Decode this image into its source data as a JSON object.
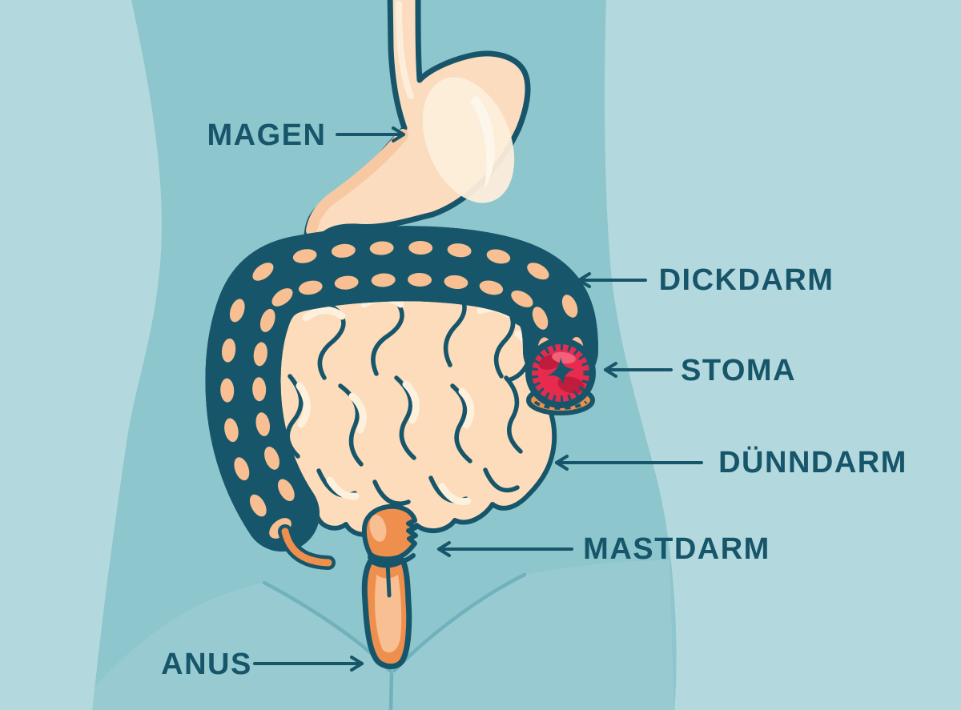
{
  "figure": {
    "description": "Anatomical diagram of the human digestive system with a colostomy stoma, German labels",
    "language": "de"
  },
  "labels": {
    "magen": {
      "text": "MAGEN",
      "points_to": "stomach",
      "arrow_direction": "right"
    },
    "dickdarm": {
      "text": "DICKDARM",
      "points_to": "large intestine",
      "arrow_direction": "left"
    },
    "stoma": {
      "text": "STOMA",
      "points_to": "stoma",
      "arrow_direction": "left"
    },
    "duenndarm": {
      "text": "DÜNNDARM",
      "points_to": "small intestine",
      "arrow_direction": "left"
    },
    "mastdarm": {
      "text": "MASTDARM",
      "points_to": "rectum",
      "arrow_direction": "left"
    },
    "anus": {
      "text": "ANUS",
      "points_to": "anus",
      "arrow_direction": "right"
    }
  },
  "colors": {
    "background": "#b3d8dd",
    "torso": "#8dc6cd",
    "legs": "#98cbd1",
    "outline_and_text": "#17566a",
    "colon_orange": "#ef8f4e",
    "colon_highlight": "#f7bf92",
    "small_intestine": "#fcdcba",
    "small_intestine_highlight": "#fdf0dc",
    "stomach": "#fbdcbf",
    "stomach_highlight": "#fdeedb",
    "stoma_red": "#e62b4f",
    "stoma_red_dark": "#c01d3e",
    "stoma_red_light": "#f2607a"
  }
}
